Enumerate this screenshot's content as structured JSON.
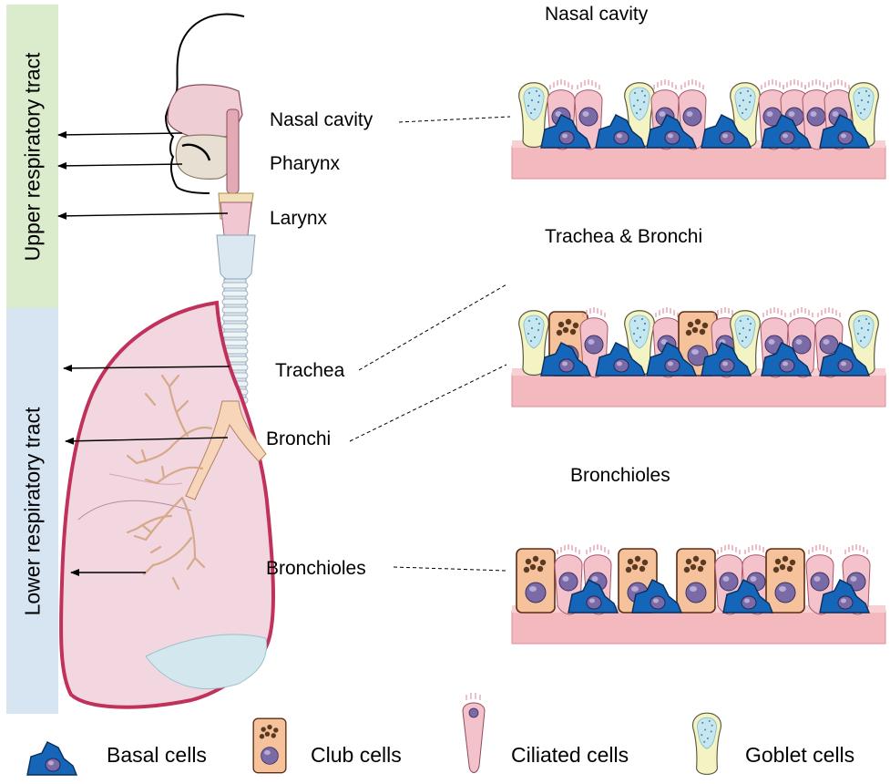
{
  "regions": {
    "upper": "Upper respiratory tract",
    "lower": "Lower respiratory tract"
  },
  "anatomy_labels": {
    "nasal_cavity": "Nasal cavity",
    "pharynx": "Pharynx",
    "larynx": "Larynx",
    "trachea": "Trachea",
    "bronchi": "Bronchi",
    "bronchioles": "Bronchioles"
  },
  "panels": {
    "nasal": "Nasal cavity",
    "trachea_bronchi": "Trachea & Bronchi",
    "bronchioles": "Bronchioles"
  },
  "legend": {
    "basal": "Basal cells",
    "club": "Club cells",
    "ciliated": "Ciliated cells",
    "goblet": "Goblet cells"
  },
  "colors": {
    "upper_band": "#dbeccc",
    "lower_band": "#d7e5f3",
    "basal_cell": "#1565b8",
    "club_cell": "#f5c29b",
    "ciliated_cell": "#f3c2cb",
    "goblet_cell": "#f3f3c3",
    "basement": "#f4b9bf",
    "lung_outline": "#c0325b",
    "lung_fill": "#f2d7e0"
  }
}
